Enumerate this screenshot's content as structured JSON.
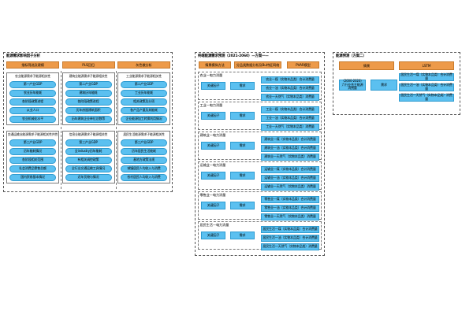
{
  "meta": {
    "accent_orange": "#ED9A49",
    "accent_blue": "#5BC0F0",
    "border_blue": "#2E9BD0",
    "panel_border": "#555555",
    "background": "#ffffff"
  },
  "panels": {
    "left": {
      "title": "能源需求影响因子分析",
      "headers": [
        "指标筛选及建模",
        "PLS回归",
        "灰色散分析"
      ],
      "groups": [
        {
          "title": "农业能源需求子能源相关性",
          "items": [
            "第一产业GDP",
            "农业历年能耗",
            "各阶段政策进程",
            "从业人口",
            "农业机械化水平"
          ]
        },
        {
          "title": "建筑业能源需求子能源相关性",
          "items": [
            "第二产业GDP",
            "建筑历年能耗",
            "各阶段政策进程",
            "历年房屋建筑面积",
            "历年建筑企业单位总数等"
          ]
        },
        {
          "title": "工业能源需求子能源相关性",
          "items": [
            "第二产业GDP",
            "工业历年能耗",
            "相关政策及分项",
            "各产品产量及其能耗",
            "企业能源加工转换利用情况"
          ]
        },
        {
          "title": "交通运输业能源需求子能源相关性共性",
          "items": [
            "第三产业GDP",
            "历年能耗情况",
            "各阶段相关范围",
            "社会消费品零售总额",
            "国内贸易基本情况"
          ]
        },
        {
          "title": "信息业能源需求子能源相关性",
          "items": [
            "第三产业GDP",
            "全industry历年能耗",
            "有相关调控政策",
            "全行业交通运输工具情况",
            "近年货物与情况"
          ]
        },
        {
          "title": "居民生活能源需求子能源相关性",
          "items": [
            "第三产业GDP",
            "历年居民生活能耗",
            "基地方政策法规",
            "城镇居民人均收入与消费",
            "农村居民人均收入与消费"
          ]
        }
      ]
    },
    "middle": {
      "title": "终端能源需求预测（2021-2060）—方案一—",
      "headers": [
        "情景模拟方法",
        "分品类数据分析及Bu特征网络",
        "PVAR模型"
      ],
      "sectors": [
        {
          "label": "农业—电力消量",
          "left_boxes": [
            "关键因子",
            "需求"
          ],
          "right_boxes": [
            "农业—煤（实物本品类）合计消费量",
            "农业—油（实物本品类）合计消费量",
            "农业—天然气（实物本品类）消费量"
          ]
        },
        {
          "label": "工业—电力消量",
          "left_boxes": [
            "关键因子",
            "需求"
          ],
          "right_boxes": [
            "工业—煤（实物本品类）合计消费量",
            "工业—油（实物本品类）合计消费量",
            "工业—天然气（实物本品类）消费量"
          ]
        },
        {
          "label": "建筑业—电力消量",
          "left_boxes": [
            "关键因子",
            "需求"
          ],
          "right_boxes": [
            "建筑业—煤（实物本品类）合计消费量",
            "建筑业—油（实物本品类）合计消费量",
            "建筑业—天然气（实物本品类）消费量"
          ]
        },
        {
          "label": "运输业—电力消量",
          "left_boxes": [
            "关键因子",
            "需求"
          ],
          "right_boxes": [
            "运输业—煤（实物本品类）合计消费量",
            "运输业—油（实物本品类）合计消费量",
            "运输业—天然气（实物本品类）消费量"
          ]
        },
        {
          "label": "零售业—电力消量",
          "left_boxes": [
            "关键因子",
            "需求"
          ],
          "right_boxes": [
            "零售业—煤（实物本品类）合计消费量",
            "零售业—油（实物本品类）合计消费量",
            "零售业—天然气（实物本品类）消费量"
          ]
        },
        {
          "label": "居民生活—电力消量",
          "left_boxes": [
            "关键因子",
            "需求"
          ],
          "right_boxes": [
            "居民生活—煤（实物本品类）合计消费量",
            "居民生活—油（实物本品类）合计消费量",
            "居民生活—天然气（实物本品类）消费量"
          ]
        }
      ]
    },
    "right": {
      "title": "能源预测（方案二）",
      "headers": [
        "情景",
        "LSTM"
      ],
      "left_boxes": [
        "（2000-2020）六行业共主能源消费量",
        "需求"
      ],
      "right_boxes": [
        "居民生活—煤（实物本品类）合计消费量",
        "居民生活—油（实物本品类）合计消费量",
        "居民生活—天然气（实物本品类）消费量"
      ]
    }
  }
}
